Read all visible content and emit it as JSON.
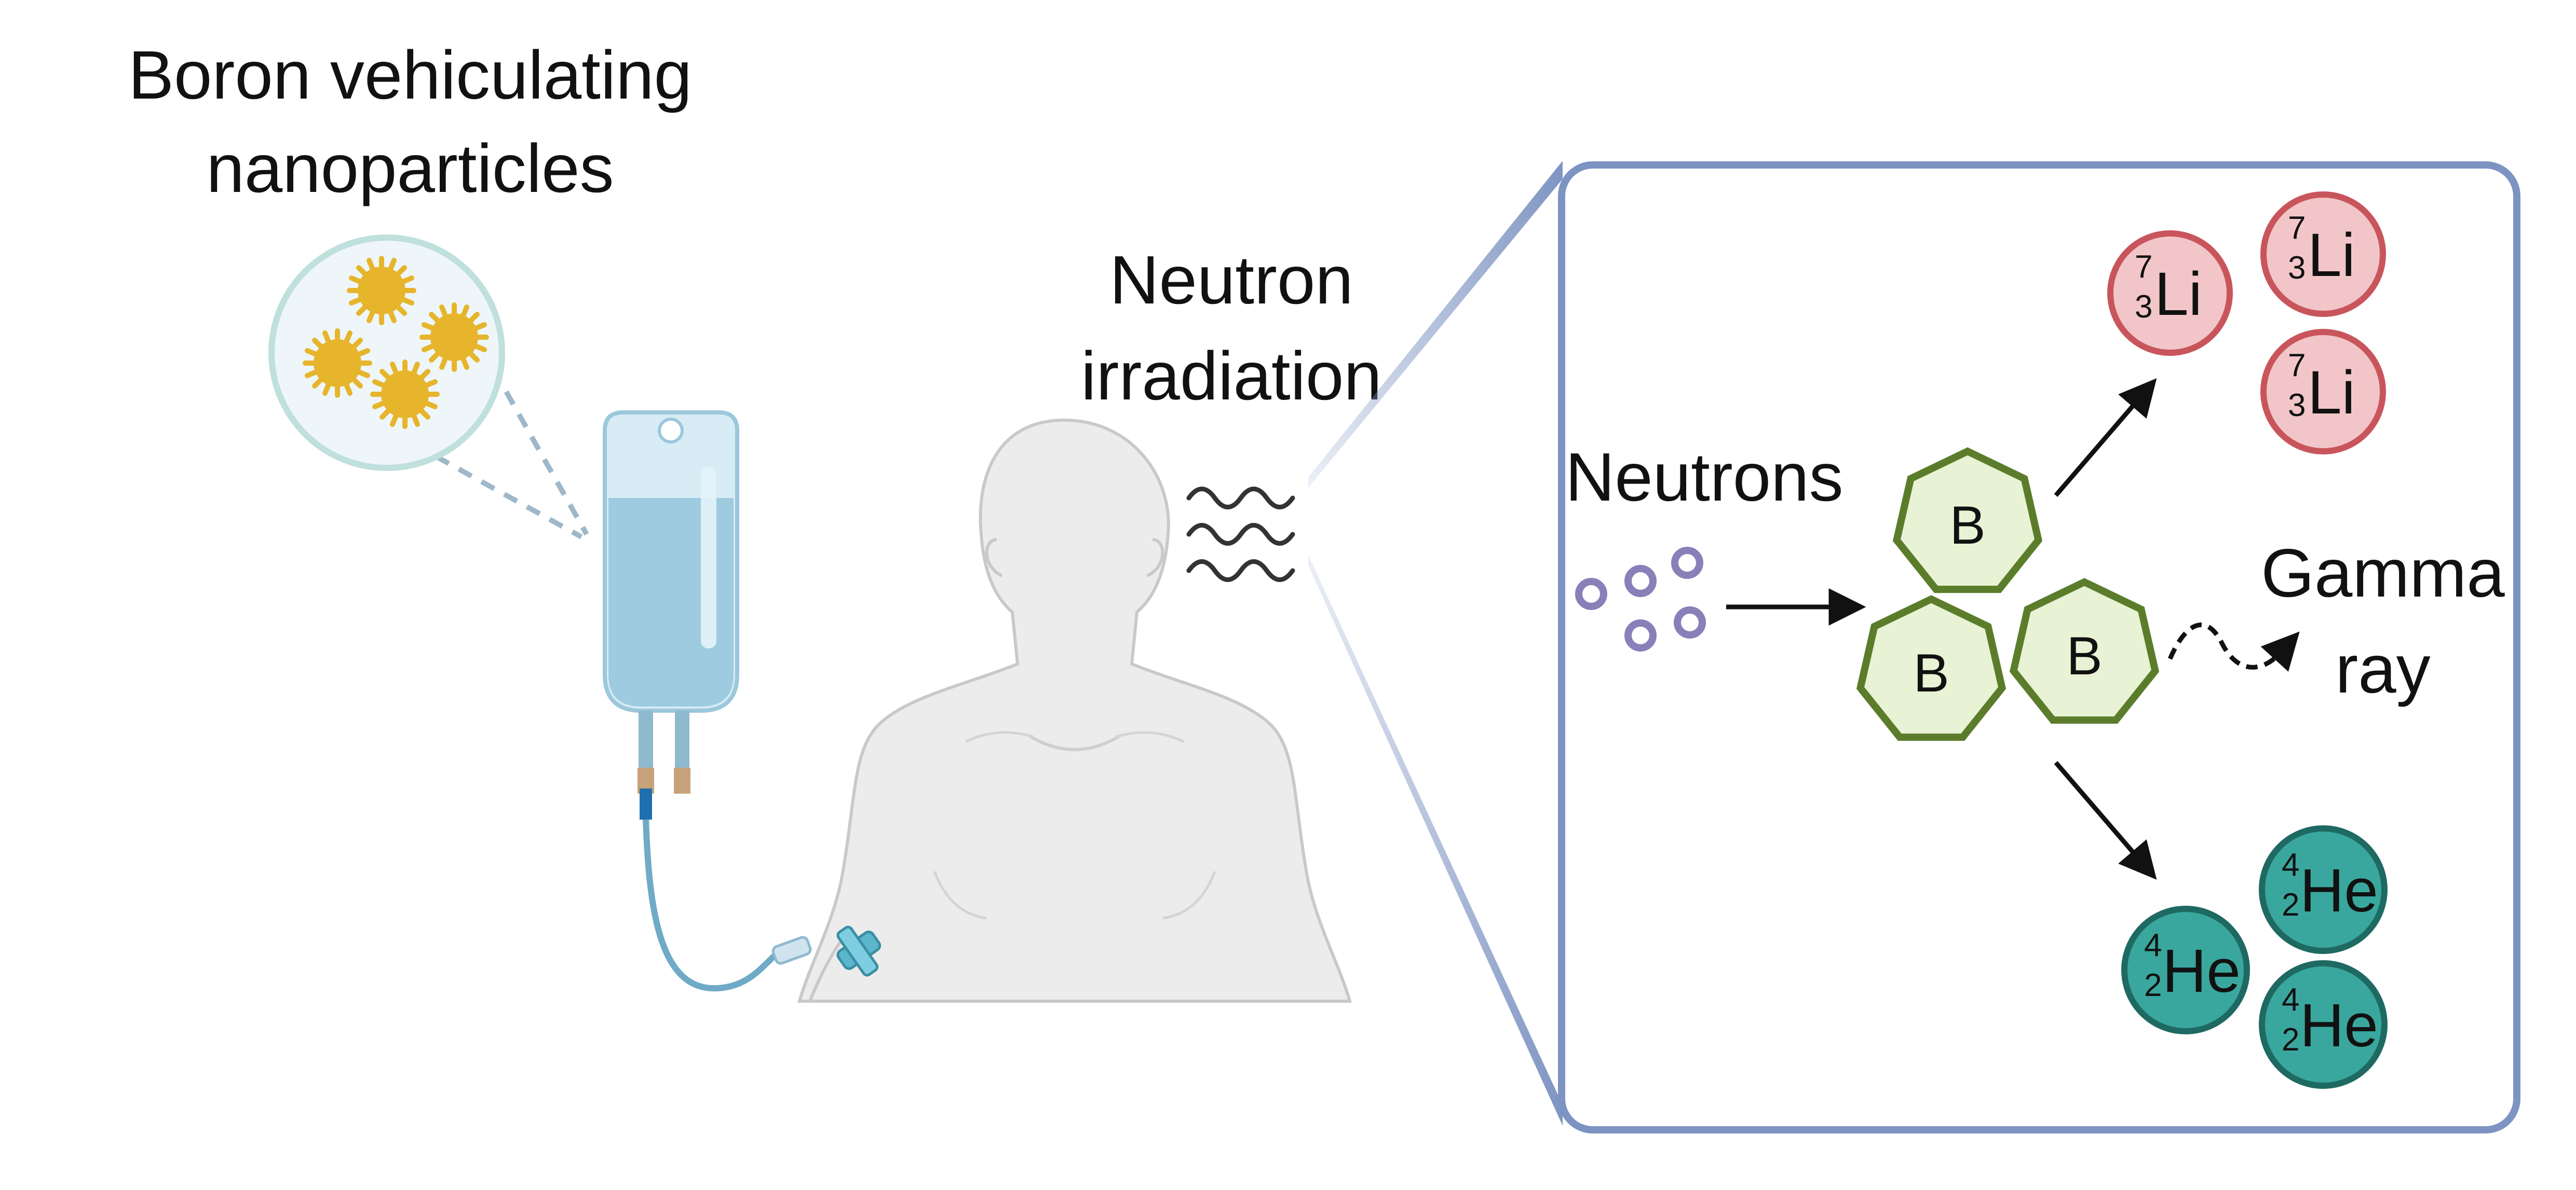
{
  "labels": {
    "nanoparticles_line1": "Boron vehiculating",
    "nanoparticles_line2": "nanoparticles",
    "irradiation_line1": "Neutron",
    "irradiation_line2": "irradiation",
    "neutrons": "Neutrons",
    "gamma_line1": "Gamma",
    "gamma_line2": "ray"
  },
  "boron": {
    "symbol": "B",
    "count": 3
  },
  "lithium": {
    "symbol": "Li",
    "mass": "7",
    "atomic": "3",
    "count": 3
  },
  "helium": {
    "symbol": "He",
    "mass": "4",
    "atomic": "2",
    "count": 3
  },
  "neutron_particle_count": 5,
  "colors": {
    "frame": "#7d93c2",
    "boron_fill": "#e8f2d4",
    "boron_stroke": "#5b7d2b",
    "lithium_fill": "#f2c6c8",
    "lithium_stroke": "#c9555c",
    "helium_fill": "#3aa79e",
    "helium_stroke": "#1e6a63",
    "neutron": "#8a7fb8",
    "nanoparticle": "#e6b52c",
    "iv_bag": "#a9d3e8",
    "body": "#ececec"
  }
}
